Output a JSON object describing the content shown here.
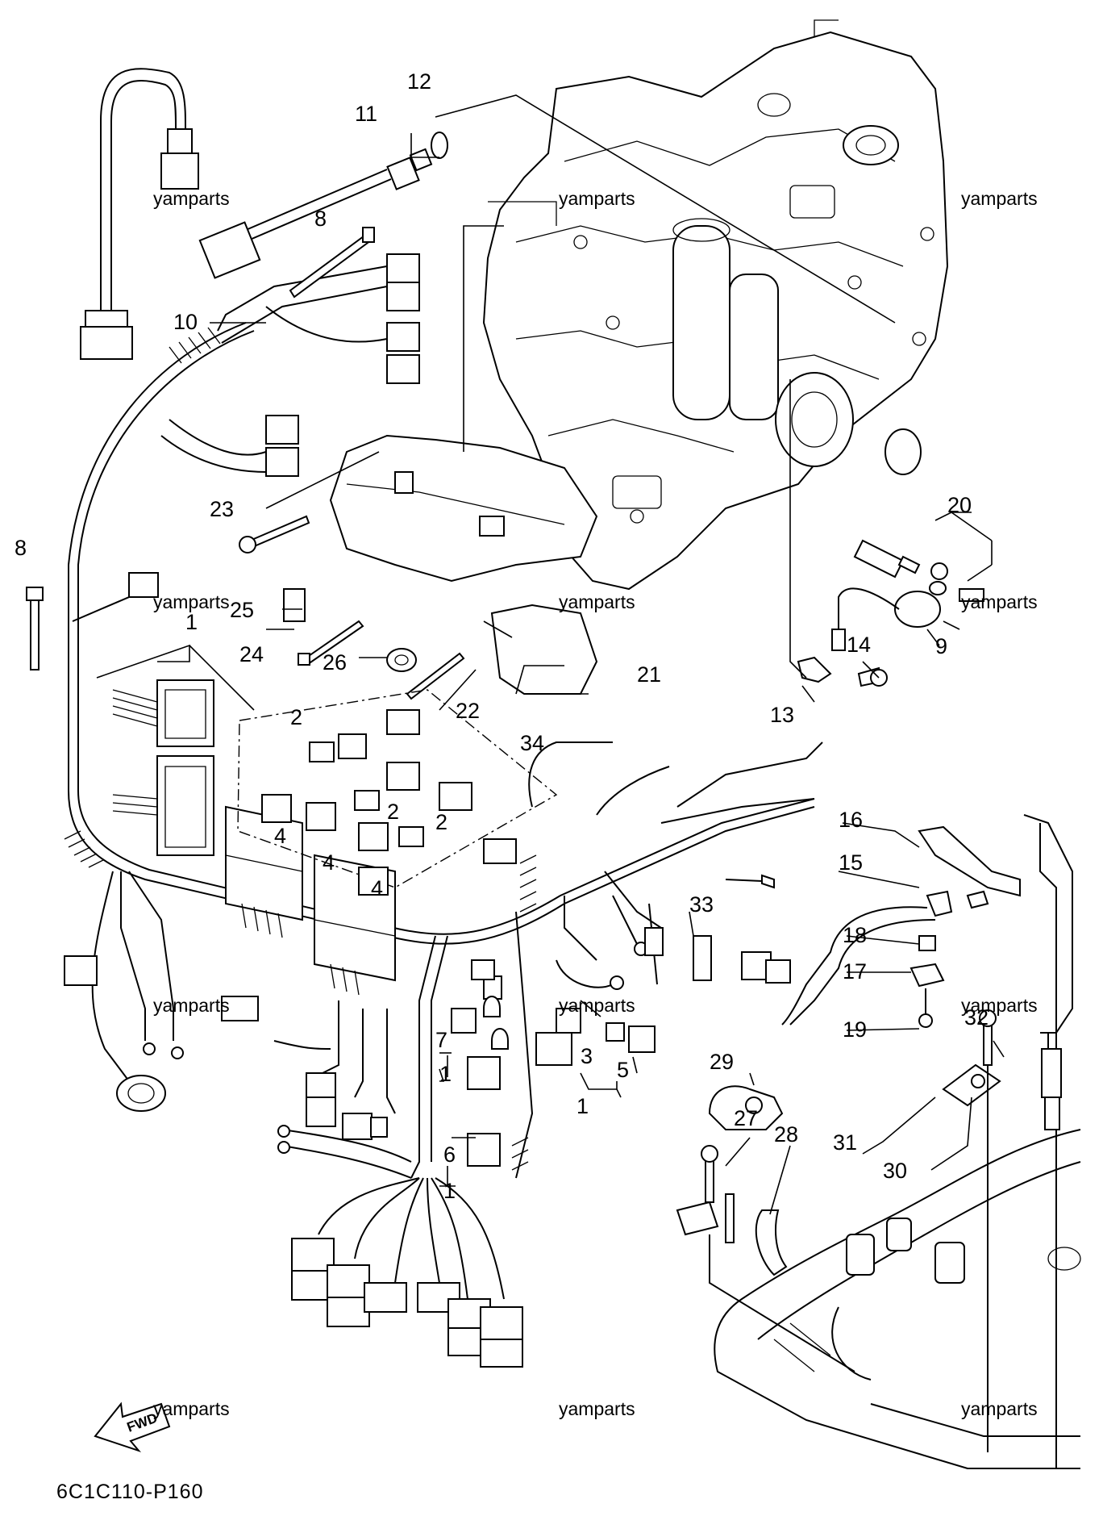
{
  "diagram": {
    "drawing_code": "6C1C110-P160",
    "fwd_label": "FWD",
    "watermark": "yamparts",
    "callouts": [
      "1",
      "2",
      "3",
      "4",
      "5",
      "6",
      "7",
      "8",
      "9",
      "10",
      "11",
      "12",
      "13",
      "14",
      "15",
      "16",
      "17",
      "18",
      "19",
      "20",
      "21",
      "22",
      "23",
      "24",
      "25",
      "26",
      "27",
      "28",
      "29",
      "30",
      "31",
      "32",
      "33",
      "34"
    ]
  }
}
